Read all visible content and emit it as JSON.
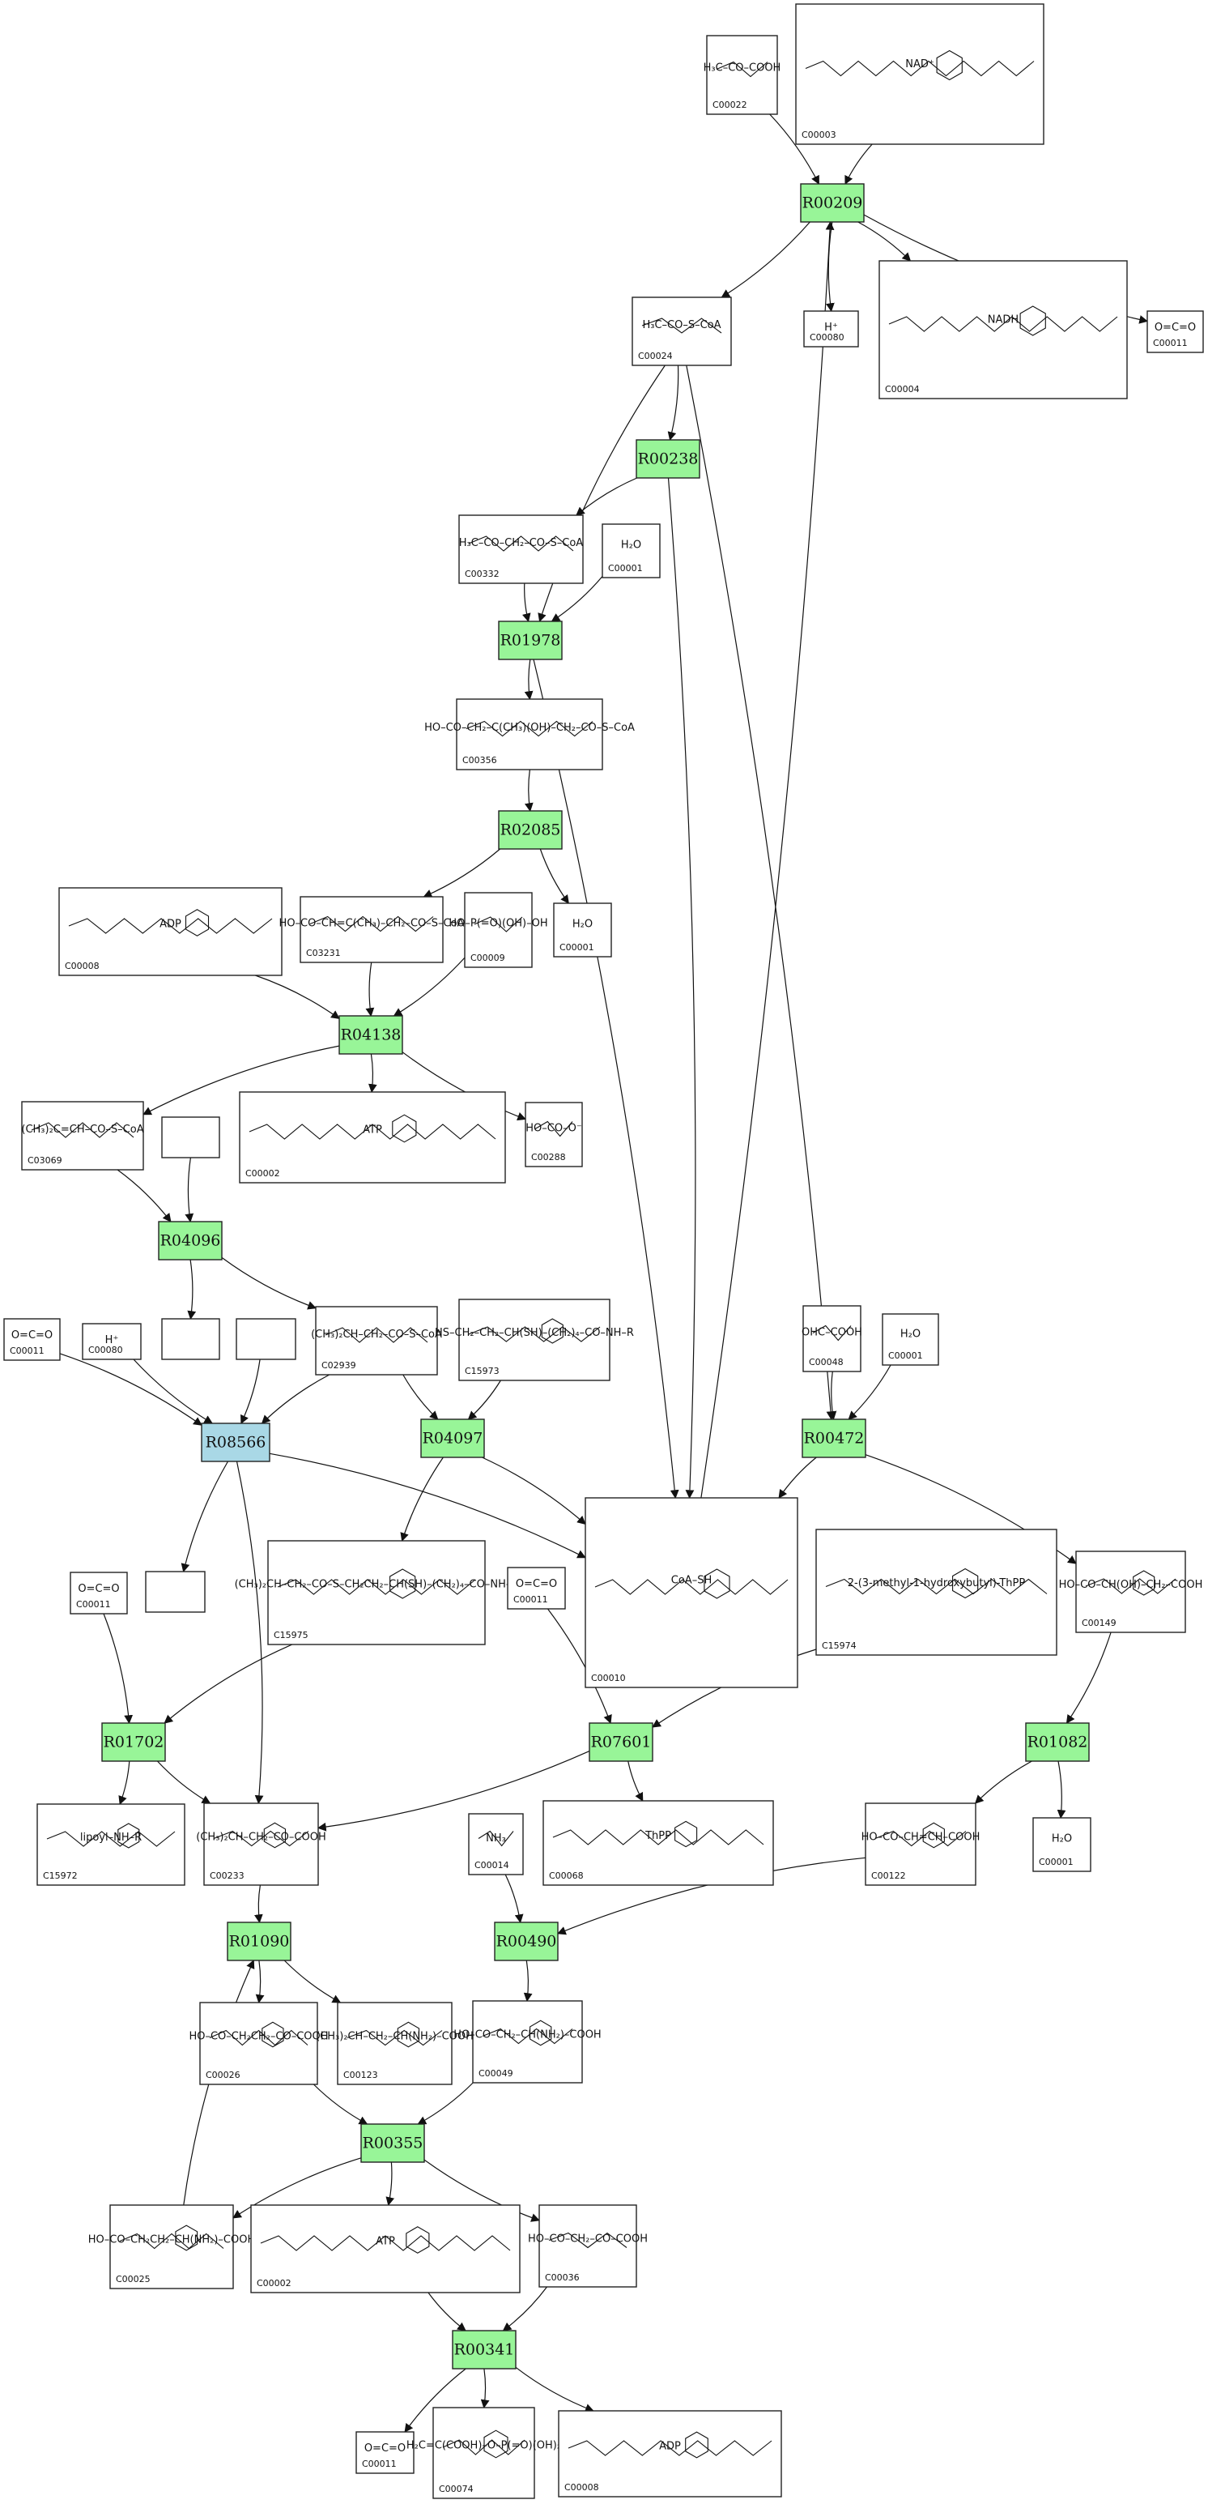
{
  "colors": {
    "reaction": "#98f598",
    "reaction_highlight": "#a9d8e6",
    "line": "#111111"
  },
  "reactions": [
    {
      "key": "R00209",
      "label": "R00209"
    },
    {
      "key": "R00238",
      "label": "R00238"
    },
    {
      "key": "R01978",
      "label": "R01978"
    },
    {
      "key": "R02085",
      "label": "R02085"
    },
    {
      "key": "R04138",
      "label": "R04138"
    },
    {
      "key": "R04096",
      "label": "R04096"
    },
    {
      "key": "R08566",
      "label": "R08566",
      "highlight": true
    },
    {
      "key": "R04097",
      "label": "R04097"
    },
    {
      "key": "R00472",
      "label": "R00472"
    },
    {
      "key": "R01702",
      "label": "R01702"
    },
    {
      "key": "R07601",
      "label": "R07601"
    },
    {
      "key": "R01082",
      "label": "R01082"
    },
    {
      "key": "R01090",
      "label": "R01090"
    },
    {
      "key": "R00490",
      "label": "R00490"
    },
    {
      "key": "R00355",
      "label": "R00355"
    },
    {
      "key": "R00341",
      "label": "R00341"
    }
  ],
  "compounds": [
    {
      "key": "c00022_top",
      "id": "C00022",
      "formula": "H₃C–CO–COOH"
    },
    {
      "key": "c00003_top",
      "id": "C00003",
      "formula": "NAD⁺"
    },
    {
      "key": "c00024",
      "id": "C00024",
      "formula": "H₃C–CO–S–CoA"
    },
    {
      "key": "c00080_top",
      "id": "C00080",
      "formula": "H⁺"
    },
    {
      "key": "c00004",
      "id": "C00004",
      "formula": "NADH"
    },
    {
      "key": "c00011_top",
      "id": "C00011",
      "formula": "O=C=O"
    },
    {
      "key": "c00332",
      "id": "C00332",
      "formula": "H₃C–CO–CH₂–CO–S–CoA"
    },
    {
      "key": "c00001_a",
      "id": "C00001",
      "formula": "H₂O"
    },
    {
      "key": "c00356",
      "id": "C00356",
      "formula": "HO–CO–CH₂–C(CH₃)(OH)–CH₂–CO–S–CoA"
    },
    {
      "key": "c00008",
      "id": "C00008",
      "formula": "ADP"
    },
    {
      "key": "c03231",
      "id": "C03231",
      "formula": "HO–CO–CH=C(CH₃)–CH₂–CO–S–CoA"
    },
    {
      "key": "c00009",
      "id": "C00009",
      "formula": "HO–P(=O)(OH)–OH"
    },
    {
      "key": "c00001_b",
      "id": "C00001",
      "formula": "H₂O"
    },
    {
      "key": "c03069",
      "id": "C03069",
      "formula": "(CH₃)₂C=CH–CO–S–CoA"
    },
    {
      "key": "c00002_a",
      "id": "C00002",
      "formula": "ATP"
    },
    {
      "key": "c00288",
      "id": "C00288",
      "formula": "HO–CO–O⁻"
    },
    {
      "key": "c00011_a",
      "id": "C00011",
      "formula": "O=C=O"
    },
    {
      "key": "c00080_b",
      "id": "C00080",
      "formula": "H⁺"
    },
    {
      "key": "c02939",
      "id": "C02939",
      "formula": "(CH₃)₂CH–CH₂–CO–S–CoA"
    },
    {
      "key": "c15973",
      "id": "C15973",
      "formula": "HS–CH₂–CH₂–CH(SH)–(CH₂)₄–CO–NH–R"
    },
    {
      "key": "c00048",
      "id": "C00048",
      "formula": "OHC–COOH"
    },
    {
      "key": "c00001_c",
      "id": "C00001",
      "formula": "H₂O"
    },
    {
      "key": "c00010",
      "id": "C00010",
      "formula": "CoA–SH"
    },
    {
      "key": "c15975",
      "id": "C15975",
      "formula": "(CH₃)₂CH–CH₂–CO–S–CH₂CH₂–CH(SH)–(CH₂)₄–CO–NH–R"
    },
    {
      "key": "c00011_b",
      "id": "C00011",
      "formula": "O=C=O"
    },
    {
      "key": "c00011_c",
      "id": "C00011",
      "formula": "O=C=O"
    },
    {
      "key": "c15974",
      "id": "C15974",
      "formula": "2-(3-methyl-1-hydroxybutyl)-ThPP"
    },
    {
      "key": "c00149",
      "id": "C00149",
      "formula": "HO–CO–CH(OH)–CH₂–COOH"
    },
    {
      "key": "c15972",
      "id": "C15972",
      "formula": "lipoyl–NH–R"
    },
    {
      "key": "c00233",
      "id": "C00233",
      "formula": "(CH₃)₂CH–CH₂–CO–COOH"
    },
    {
      "key": "c00068",
      "id": "C00068",
      "formula": "ThPP"
    },
    {
      "key": "c00014",
      "id": "C00014",
      "formula": "NH₃"
    },
    {
      "key": "c00122",
      "id": "C00122",
      "formula": "HO–CO–CH=CH–COOH"
    },
    {
      "key": "c00001_d",
      "id": "C00001",
      "formula": "H₂O"
    },
    {
      "key": "c00026",
      "id": "C00026",
      "formula": "HO–CO–CH₂CH₂–CO–COOH"
    },
    {
      "key": "c00123",
      "id": "C00123",
      "formula": "(CH₃)₂CH–CH₂–CH(NH₂)–COOH"
    },
    {
      "key": "c00049",
      "id": "C00049",
      "formula": "HO–CO–CH₂–CH(NH₂)–COOH"
    },
    {
      "key": "c00025",
      "id": "C00025",
      "formula": "HO–CO–CH₂CH₂–CH(NH₂)–COOH"
    },
    {
      "key": "c00002_b",
      "id": "C00002",
      "formula": "ATP"
    },
    {
      "key": "c00036",
      "id": "C00036",
      "formula": "HO–CO–CH₂–CO–COOH"
    },
    {
      "key": "c00011_bottom",
      "id": "C00011",
      "formula": "O=C=O"
    },
    {
      "key": "c00074",
      "id": "C00074",
      "formula": "H₂C=C(COOH)–O–P(=O)(OH)₂"
    },
    {
      "key": "c00008_b",
      "id": "C00008",
      "formula": "ADP"
    }
  ],
  "edges": [
    [
      "c00022_top",
      "R00209"
    ],
    [
      "c00003_top",
      "R00209"
    ],
    [
      "R00209",
      "c00024"
    ],
    [
      "R00209",
      "c00080_top"
    ],
    [
      "R00209",
      "c00004"
    ],
    [
      "R00209",
      "c00011_top"
    ],
    [
      "c00024",
      "R00238"
    ],
    [
      "c00024",
      "R01978"
    ],
    [
      "c00024",
      "R00472"
    ],
    [
      "R00238",
      "c00332"
    ],
    [
      "R00238",
      "c00010"
    ],
    [
      "c00332",
      "R01978"
    ],
    [
      "c00001_a",
      "R01978"
    ],
    [
      "R01978",
      "c00356"
    ],
    [
      "R01978",
      "c00010"
    ],
    [
      "c00356",
      "R02085"
    ],
    [
      "R02085",
      "c03231"
    ],
    [
      "R02085",
      "c00001_b"
    ],
    [
      "c00008",
      "R04138"
    ],
    [
      "c03231",
      "R04138"
    ],
    [
      "c00009",
      "R04138"
    ],
    [
      "R04138",
      "c03069"
    ],
    [
      "R04138",
      "c00002_a"
    ],
    [
      "R04138",
      "c00288"
    ],
    [
      "c03069",
      "R04096"
    ],
    [
      "blank_a",
      "R04096"
    ],
    [
      "R04096",
      "blank_b"
    ],
    [
      "R04096",
      "c02939"
    ],
    [
      "c00011_a",
      "R08566"
    ],
    [
      "c00080_b",
      "R08566"
    ],
    [
      "blank_c",
      "R08566"
    ],
    [
      "c02939",
      "R08566"
    ],
    [
      "R08566",
      "c00010"
    ],
    [
      "R08566",
      "blank_d"
    ],
    [
      "R08566",
      "c00233"
    ],
    [
      "c02939",
      "R04097"
    ],
    [
      "c15973",
      "R04097"
    ],
    [
      "R04097",
      "c15975"
    ],
    [
      "R04097",
      "c00010"
    ],
    [
      "c00048",
      "R00472"
    ],
    [
      "c00001_c",
      "R00472"
    ],
    [
      "R00472",
      "c00010"
    ],
    [
      "R00472",
      "c00149"
    ],
    [
      "c00010",
      "R00209"
    ],
    [
      "c00011_b",
      "R01702"
    ],
    [
      "c15975",
      "R01702"
    ],
    [
      "R01702",
      "c15972"
    ],
    [
      "R01702",
      "c00233"
    ],
    [
      "c00011_c",
      "R07601"
    ],
    [
      "c15974",
      "R07601"
    ],
    [
      "R07601",
      "c00233"
    ],
    [
      "R07601",
      "c00068"
    ],
    [
      "c00149",
      "R01082"
    ],
    [
      "R01082",
      "c00122"
    ],
    [
      "R01082",
      "c00001_d"
    ],
    [
      "c00233",
      "R01090"
    ],
    [
      "R01090",
      "c00026"
    ],
    [
      "R01090",
      "c00123"
    ],
    [
      "c00014",
      "R00490"
    ],
    [
      "c00122",
      "R00490"
    ],
    [
      "R00490",
      "c00049"
    ],
    [
      "c00026",
      "R00355"
    ],
    [
      "c00049",
      "R00355"
    ],
    [
      "R00355",
      "c00025"
    ],
    [
      "R00355",
      "c00002_b"
    ],
    [
      "R00355",
      "c00036"
    ],
    [
      "c00025",
      "R01090"
    ],
    [
      "c00002_b",
      "R00341"
    ],
    [
      "c00036",
      "R00341"
    ],
    [
      "R00341",
      "c00011_bottom"
    ],
    [
      "R00341",
      "c00074"
    ],
    [
      "R00341",
      "c00008_b"
    ]
  ]
}
